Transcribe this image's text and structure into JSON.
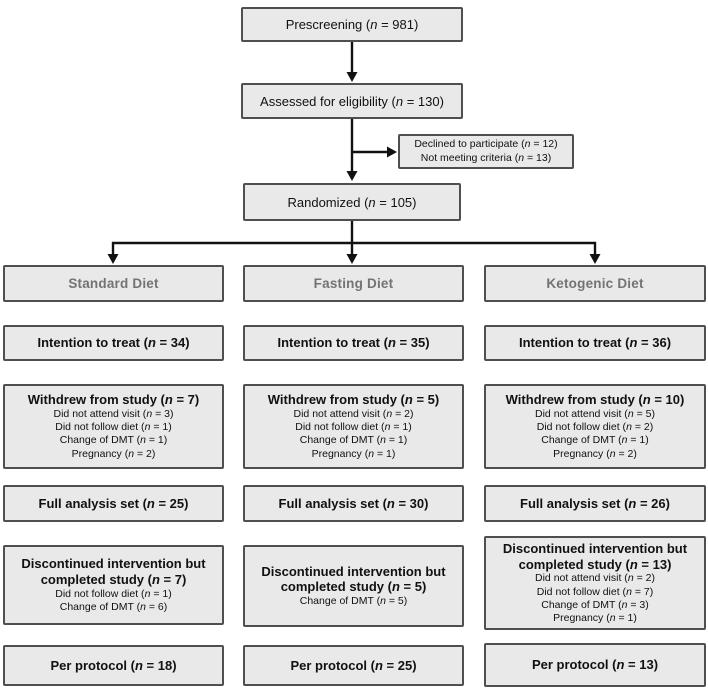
{
  "title": "CONSORT participant flow diagram",
  "flow": {
    "prescreening": "Prescreening (n = 981)",
    "assessed": "Assessed for eligibility (n = 130)",
    "excluded": {
      "lines": [
        "Declined to participate (n = 12)",
        "Not meeting criteria (n = 13)"
      ]
    },
    "randomized": "Randomized (n = 105)"
  },
  "columns": [
    {
      "header": "Standard Diet",
      "itt": "Intention to treat (n = 34)",
      "withdrew": {
        "title": "Withdrew from study (n = 7)",
        "items": [
          "Did not attend visit (n = 3)",
          "Did not follow diet (n = 1)",
          "Change of DMT (n = 1)",
          "Pregnancy (n = 2)"
        ]
      },
      "fas": "Full analysis set (n = 25)",
      "discontinued": {
        "title": "Discontinued intervention but completed study (n = 7)",
        "items": [
          "Did not follow diet (n = 1)",
          "Change of DMT (n = 6)"
        ]
      },
      "per_protocol": "Per protocol (n = 18)"
    },
    {
      "header": "Fasting Diet",
      "itt": "Intention to treat (n = 35)",
      "withdrew": {
        "title": "Withdrew from study (n = 5)",
        "items": [
          "Did not attend visit (n = 2)",
          "Did not follow diet (n = 1)",
          "Change of DMT (n = 1)",
          "Pregnancy (n = 1)"
        ]
      },
      "fas": "Full analysis set (n = 30)",
      "discontinued": {
        "title": "Discontinued intervention but completed study (n = 5)",
        "items": [
          "Change of DMT (n = 5)"
        ]
      },
      "per_protocol": "Per protocol (n = 25)"
    },
    {
      "header": "Ketogenic Diet",
      "itt": "Intention to treat (n = 36)",
      "withdrew": {
        "title": "Withdrew from study (n = 10)",
        "items": [
          "Did not attend visit (n = 5)",
          "Did not follow diet (n = 2)",
          "Change of DMT (n = 1)",
          "Pregnancy (n = 2)"
        ]
      },
      "fas": "Full analysis set (n = 26)",
      "discontinued": {
        "title": "Discontinued intervention but completed study (n = 13)",
        "items": [
          "Did not attend visit (n = 2)",
          "Did not follow diet (n = 7)",
          "Change of DMT (n = 3)",
          "Pregnancy (n = 1)"
        ]
      },
      "per_protocol": "Per protocol (n = 13)"
    }
  ],
  "colors": {
    "box_fill": "#e9e9e9",
    "box_border": "#4f4f4f",
    "header_text": "#737373",
    "body_text": "#111111",
    "arrow": "#111111",
    "background": "#ffffff"
  }
}
